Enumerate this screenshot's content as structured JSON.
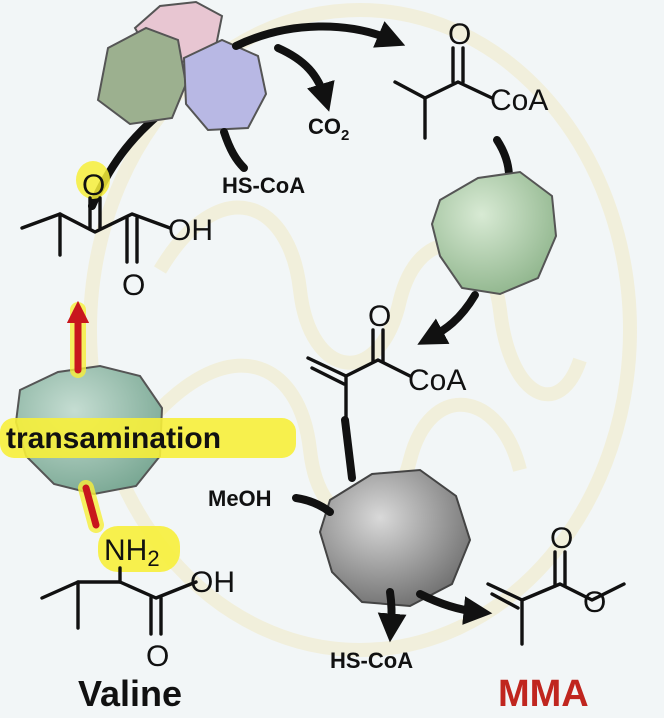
{
  "labels": {
    "valine": "Valine",
    "mma": "MMA",
    "transamination": "transamination",
    "co2_main": "CO",
    "co2_sub": "2",
    "hs_coa_top": "HS-CoA",
    "hs_coa_bottom": "HS-CoA",
    "meoh": "MeOH"
  },
  "atoms": {
    "valine_nh2_main": "NH",
    "valine_nh2_sub": "2",
    "valine_oh": "OH",
    "valine_o": "O",
    "keto_o_top": "O",
    "keto_oh": "OH",
    "keto_o_bottom": "O",
    "ibcoa_o": "O",
    "ibcoa_coa": "CoA",
    "macoa_o": "O",
    "macoa_coa": "CoA",
    "mma_o_top": "O",
    "mma_o_ester": "O"
  },
  "colors": {
    "highlight": "#f7ef3a",
    "red_arrow": "#c8161d",
    "mma_text": "#c0261f",
    "enzyme_teal": "#8fb9a6",
    "enzyme_green": "#a8c9a4",
    "enzyme_grey": "#8d8d8d",
    "complex_pink": "#e8c6d2",
    "complex_olive": "#9cb08f",
    "complex_lavender": "#b8b8e4"
  }
}
